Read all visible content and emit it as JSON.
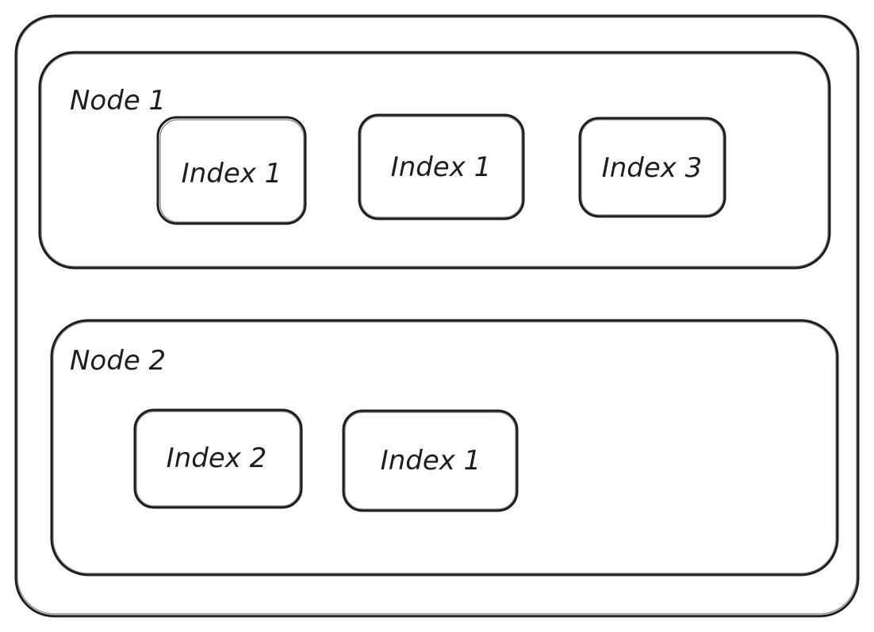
{
  "nodes": [
    {
      "label": "Node 1",
      "indices": [
        "Index 1",
        "Index 1",
        "Index 3"
      ]
    },
    {
      "label": "Node 2",
      "indices": [
        "Index 2",
        "Index 1"
      ]
    }
  ],
  "colors": {
    "stroke": "#1e1e1e",
    "background": "#ffffff"
  }
}
